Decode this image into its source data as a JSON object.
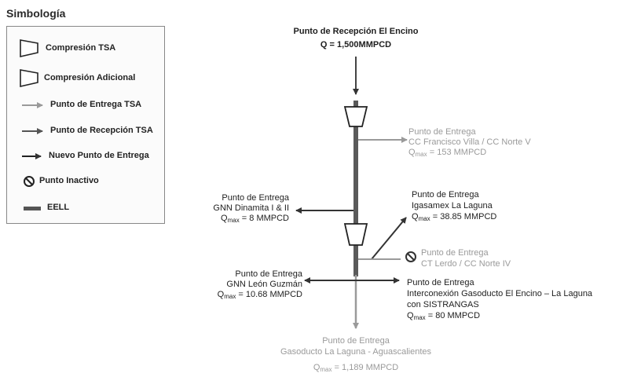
{
  "legend": {
    "title": "Simbología",
    "items": [
      {
        "label": "Compresión TSA",
        "icon": "compressor-icon"
      },
      {
        "label": "Compresión Adicional",
        "icon": "compressor-icon"
      },
      {
        "label": "Punto de Entrega TSA",
        "icon": "light-arrow-icon"
      },
      {
        "label": "Punto de Recepción TSA",
        "icon": "dark-arrow-icon"
      },
      {
        "label": "Nuevo Punto de Entrega",
        "icon": "black-arrow-icon"
      },
      {
        "label": "Punto Inactivo",
        "icon": "prohibited-icon"
      },
      {
        "label": "EELL",
        "icon": "eell-bar-icon"
      }
    ]
  },
  "reception": {
    "title": "Punto de Recepción El Encino",
    "flow": "Q = 1,500MMPCD"
  },
  "nodes": {
    "cc_francisco": {
      "line1": "Punto de Entrega",
      "line2": "CC Francisco Villa / CC Norte V",
      "q_prefix": "Q",
      "q_sub": "max",
      "q_value": " = 153 MMPCD"
    },
    "gnn_dinamita": {
      "line1": "Punto de Entrega",
      "line2": "GNN Dinamita I & II",
      "q_prefix": "Q",
      "q_sub": "max",
      "q_value": " = 8 MMPCD"
    },
    "igasamex": {
      "line1": "Punto de Entrega",
      "line2": "Igasamex La Laguna",
      "q_prefix": "Q",
      "q_sub": "max",
      "q_value": " = 38.85 MMPCD"
    },
    "ct_lerdo": {
      "line1": "Punto de Entrega",
      "line2": "CT Lerdo / CC Norte IV"
    },
    "gnn_leon": {
      "line1": "Punto de Entrega",
      "line2": "GNN León Guzmán",
      "q_prefix": "Q",
      "q_sub": "max",
      "q_value": " = 10.68 MMPCD"
    },
    "interconexion": {
      "line1": "Punto de Entrega",
      "line2": "Interconexión Gasoducto El Encino – La Laguna",
      "line3": "con SISTRANGAS",
      "q_prefix": "Q",
      "q_sub": "max",
      "q_value": " = 80 MMPCD"
    },
    "la_laguna": {
      "line1": "Punto de Entrega",
      "line2": "Gasoducto La Laguna - Aguascalientes",
      "q_prefix": "Q",
      "q_sub": "max",
      "q_value": " = 1,189 MMPCD"
    }
  },
  "colors": {
    "pipeline": "#5a5a5a",
    "dark_text": "#1e1e1e",
    "gray_text": "#9a9a9a",
    "arrow_dark": "#3a3a3a",
    "arrow_light": "#9a9a9a"
  }
}
